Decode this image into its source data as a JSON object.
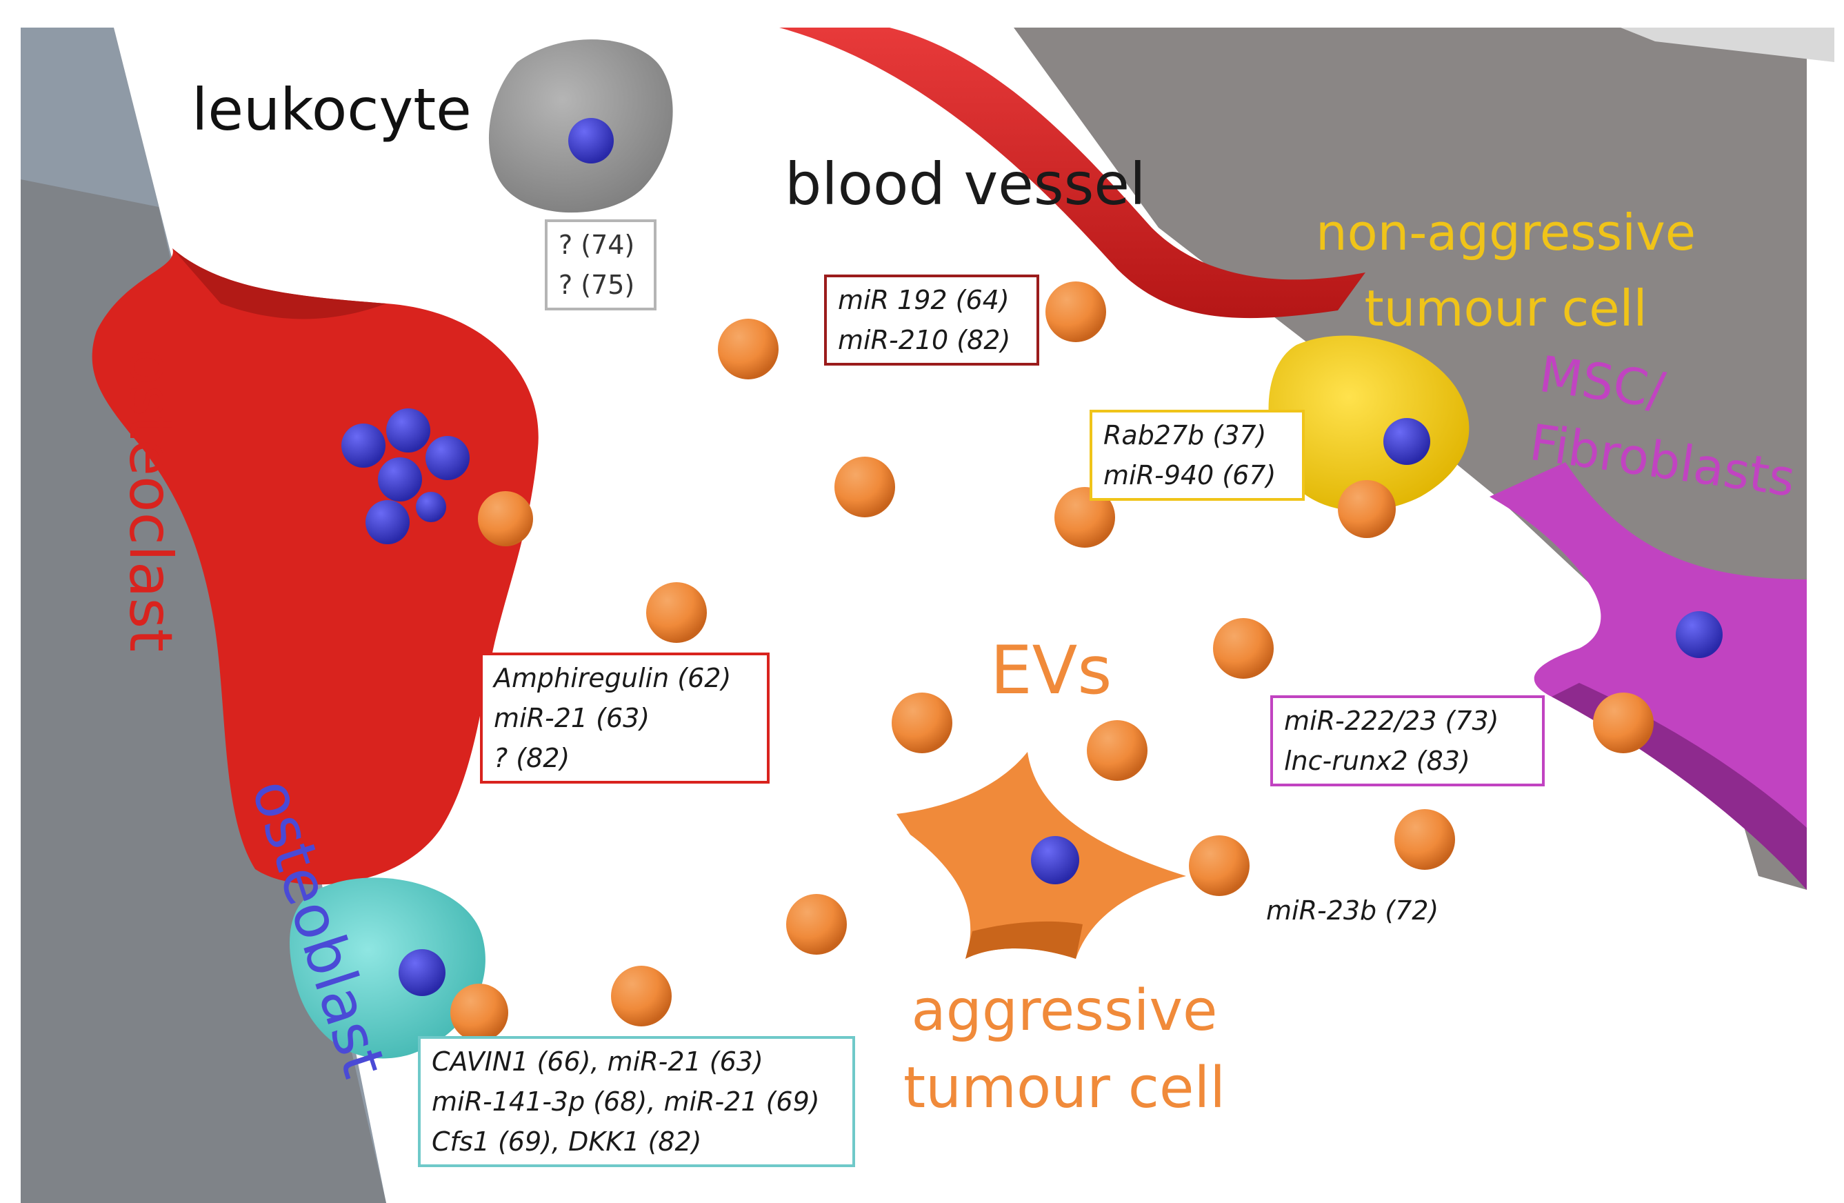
{
  "labels": {
    "leukocyte": "leukocyte",
    "blood_vessel": "blood vessel",
    "non_aggressive": "non-aggressive\ntumour cell",
    "msc": "MSC/\nFibroblasts",
    "osteoclast": "osteoclast",
    "osteoblast": "osteoblast",
    "evs": "EVs",
    "aggressive": "aggressive\ntumour cell"
  },
  "boxes": {
    "leukocyte": [
      "? (74)",
      "? (75)"
    ],
    "blood_vessel": [
      "miR 192 (64)",
      "miR-210 (82)"
    ],
    "non_aggressive": [
      "Rab27b (37)",
      "miR-940 (67)"
    ],
    "osteoclast": [
      "Amphiregulin (62)",
      "miR-21 (63)",
      "? (82)"
    ],
    "msc": [
      "miR-222/23 (73)",
      "lnc-runx2 (83)"
    ],
    "osteoblast": [
      "CAVIN1 (66), miR-21 (63)",
      "miR-141-3p (68), miR-21 (69)",
      "Cfs1 (69), DKK1 (82)"
    ],
    "aggressive_free": "miR-23b (72)"
  },
  "colors": {
    "osteoclast": "#d9231e",
    "osteoblast": "#4a4ad6",
    "leukocyte_box": "#b5b5b5",
    "blood_vessel_box": "#9b1c1c",
    "non_aggressive": "#f0c419",
    "msc": "#c143c1",
    "ev": "#f08a3a",
    "aggressive": "#f08a3a",
    "osteoblast_box": "#6fc9c9"
  }
}
